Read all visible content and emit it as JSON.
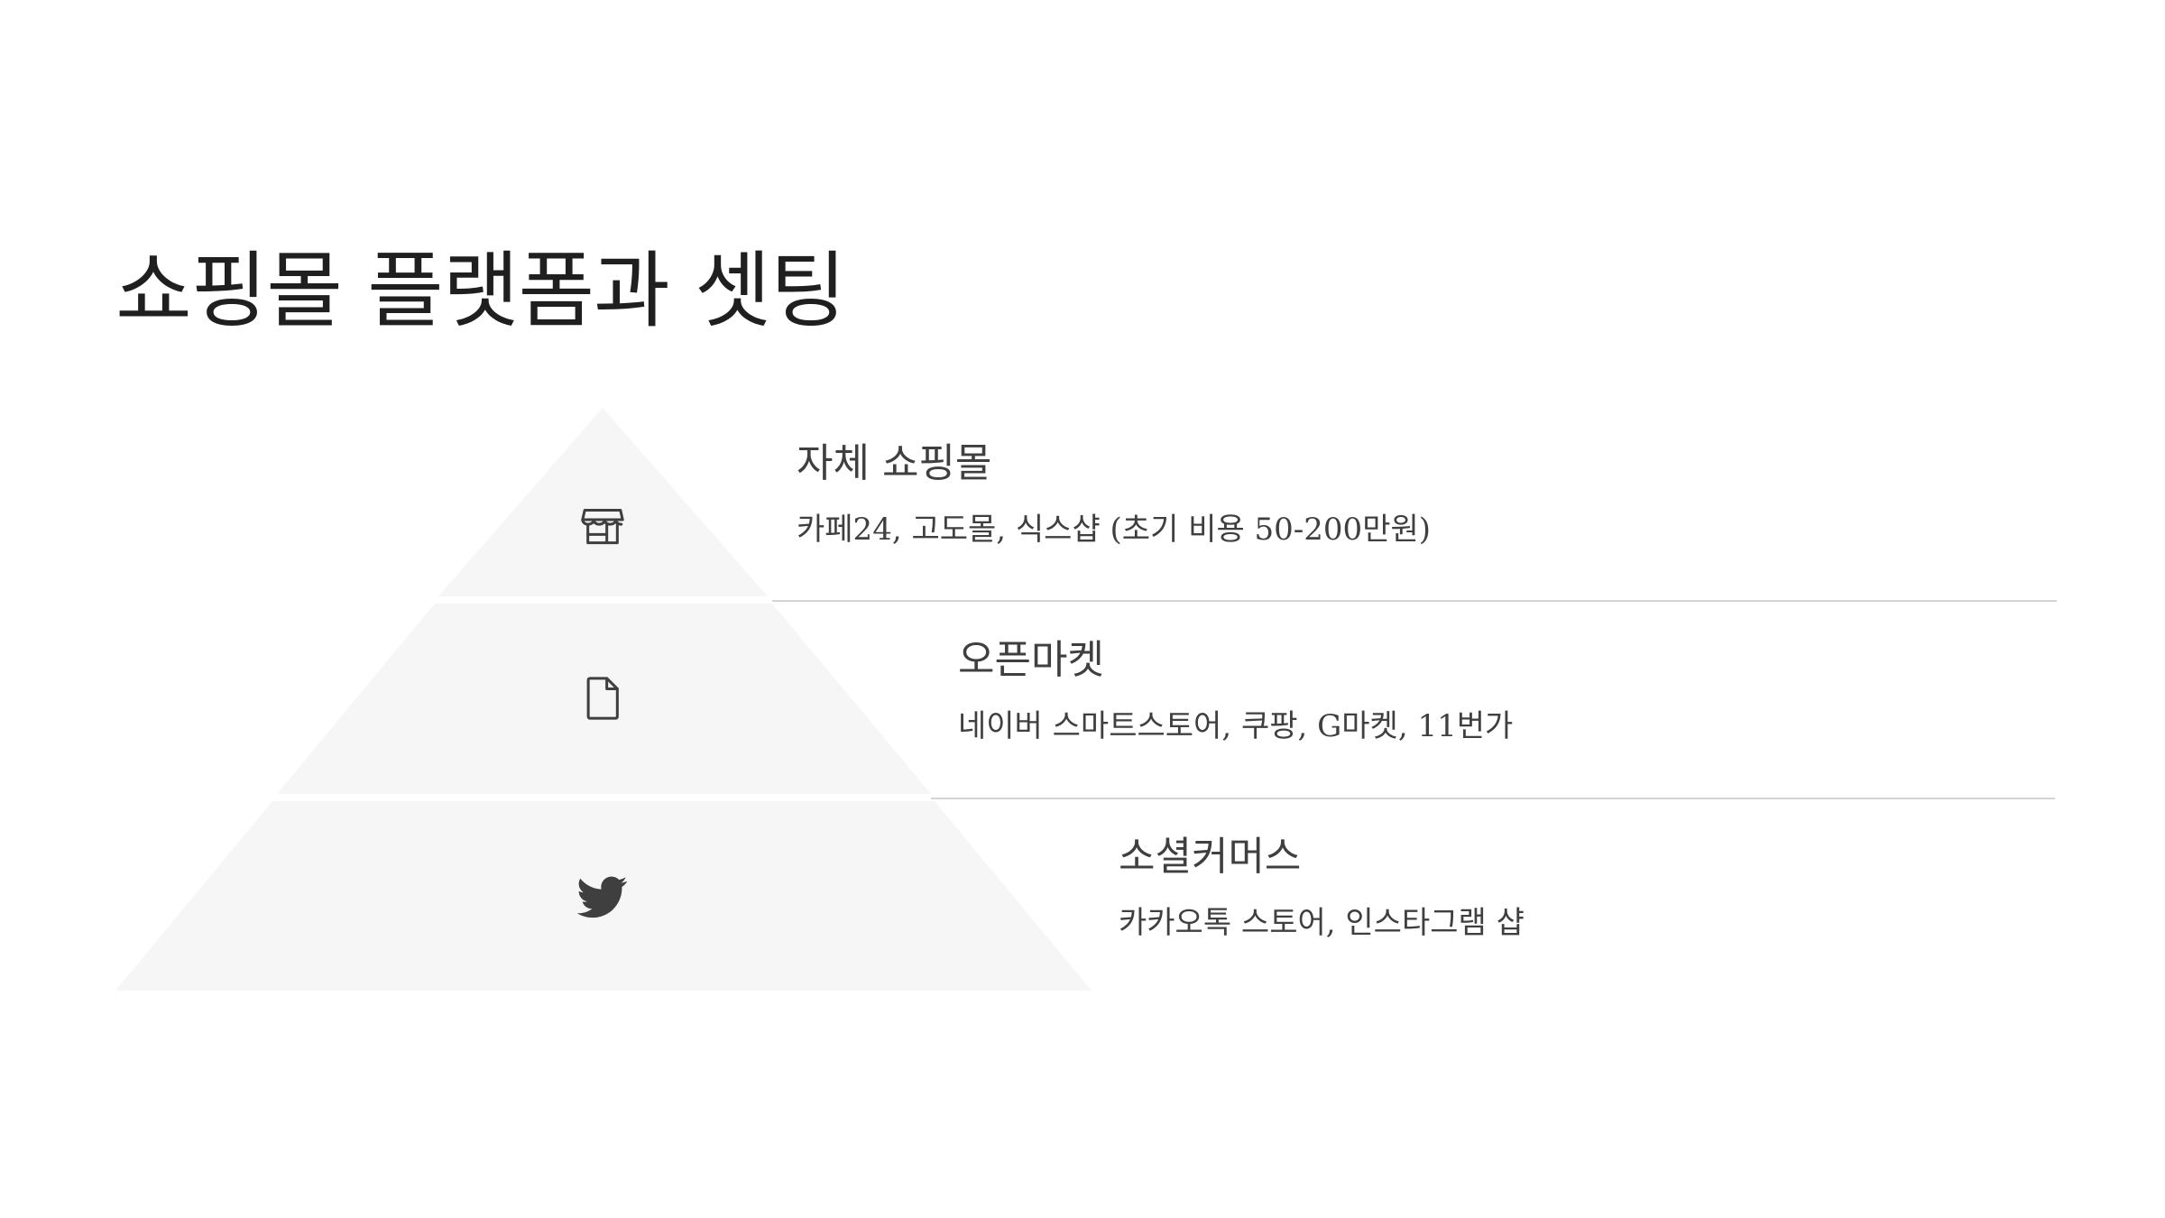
{
  "slide": {
    "title": "쇼핑몰 플랫폼과 셋팅"
  },
  "colors": {
    "background": "#ffffff",
    "pyramid_fill": "#f7f6f6",
    "text": "#3f3f3f",
    "title": "#1f1f1f",
    "divider": "#d4d4d4"
  },
  "tiers": [
    {
      "icon": "store-icon",
      "heading": "자체 쇼핑몰",
      "description": "카페24, 고도몰, 식스샵 (초기 비용 50-200만원)"
    },
    {
      "icon": "file-icon",
      "heading": "오픈마켓",
      "description": "네이버 스마트스토어, 쿠팡, G마켓, 11번가"
    },
    {
      "icon": "twitter-bird-icon",
      "heading": "소셜커머스",
      "description": "카카오톡 스토어, 인스타그램 샵"
    }
  ]
}
